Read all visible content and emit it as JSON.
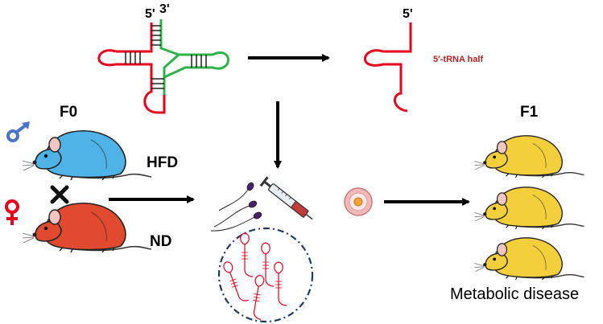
{
  "trna": {
    "five_prime": "5'",
    "three_prime": "3'"
  },
  "half": {
    "five_prime": "5'",
    "label": "5′-tRNA half"
  },
  "generations": {
    "f0": "F0",
    "f1": "F1"
  },
  "diets": {
    "father": "HFD",
    "mother": "ND"
  },
  "outcome": "Metabolic disease",
  "colors": {
    "rna_red": "#e8001c",
    "rna_green": "#2db34a",
    "half_label": "#b22222",
    "male_symbol": "#4a74c9",
    "female_symbol": "#e8001c",
    "mouse_hfd": "#4fb3e8",
    "mouse_nd": "#e14a2e",
    "mouse_f1": "#f3cf3c",
    "dish_border": "#1e3a64"
  }
}
